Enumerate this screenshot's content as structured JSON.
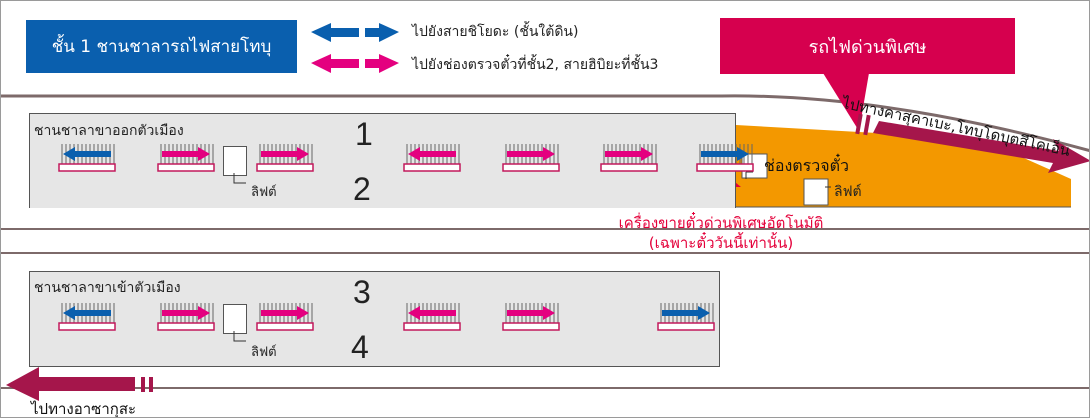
{
  "floor": {
    "title": "ชั้น 1 ชานชาลารถไฟสายโทบุ"
  },
  "legend": [
    {
      "text": "ไปยังสายชิโยดะ (ชั้นใต้ดิน)",
      "color": "#0a5fae"
    },
    {
      "text": "ไปยังช่องตรวจตั๋วที่ชั้น2, สายฮิบิยะที่ชั้น3",
      "color": "#e4007f"
    }
  ],
  "express": {
    "label": "รถไฟด่วนพิเศษ",
    "color": "#d6004e"
  },
  "colors": {
    "blue": "#0a5fae",
    "magenta": "#e4007f",
    "orange": "#f39800",
    "crimson": "#a5164b",
    "platform": "#e6e6e6"
  },
  "platforms": {
    "top": {
      "label": "ชานชาลาขาออกตัวเมือง",
      "tracks": [
        "1",
        "2"
      ],
      "lift": "ลิฟต์"
    },
    "bottom": {
      "label": "ชานชาลาขาเข้าตัวเมือง",
      "tracks": [
        "3",
        "4"
      ],
      "lift": "ลิฟต์"
    }
  },
  "express_area": {
    "ticket_gate": "ช่องตรวจตั๋ว",
    "lift": "ลิฟต์"
  },
  "vending": {
    "line1": "เครื่องขายตั๋วด่วนพิเศษอัตโนมัติ",
    "line2": "(เฉพาะตั๋ววันนี้เท่านั้น)"
  },
  "directions": {
    "right": "ไปทางคาสุคาเบะ,โทบุโดบุตสึโคเอ็น",
    "left": "ไปทางอาซากุสะ"
  },
  "cars_top": [
    {
      "dir": "left",
      "color": "blue"
    },
    {
      "dir": "right",
      "color": "magenta"
    },
    {
      "dir": "right",
      "color": "magenta"
    },
    {
      "dir": "left",
      "color": "magenta"
    },
    {
      "dir": "right",
      "color": "magenta"
    },
    {
      "dir": "right",
      "color": "magenta"
    },
    {
      "dir": "right",
      "color": "blue"
    }
  ],
  "cars_bottom": [
    {
      "dir": "left",
      "color": "blue"
    },
    {
      "dir": "right",
      "color": "magenta"
    },
    {
      "dir": "right",
      "color": "magenta"
    },
    {
      "dir": "left",
      "color": "magenta"
    },
    {
      "dir": "right",
      "color": "magenta"
    },
    {
      "dir": "right",
      "color": "blue"
    }
  ]
}
